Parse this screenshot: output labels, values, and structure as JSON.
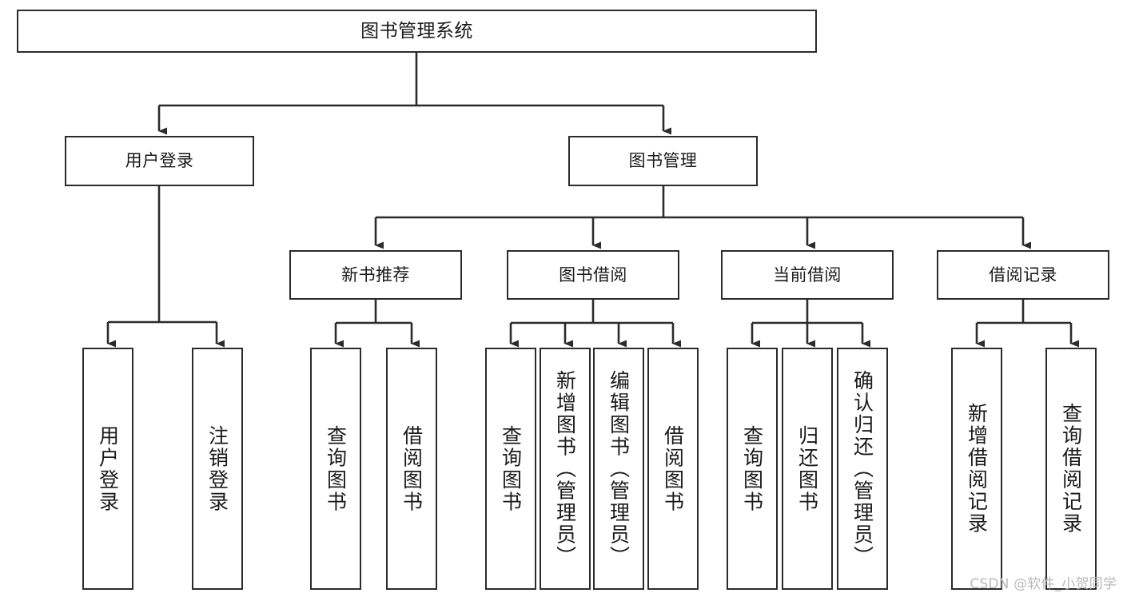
{
  "diagram": {
    "title": "图书管理系统",
    "type": "tree-hierarchy-diagram",
    "watermark": "CSDN @软件_小贺同学",
    "colors": {
      "node_border": "#2b2b2b",
      "node_fill": "#ffffff",
      "connector": "#2b2b2b",
      "background": "#ffffff",
      "watermark": "#b9b9b9"
    },
    "root": {
      "label": "图书管理系统"
    },
    "level1": [
      {
        "label": "用户登录"
      },
      {
        "label": "图书管理"
      }
    ],
    "level2": [
      {
        "label": "新书推荐"
      },
      {
        "label": "图书借阅"
      },
      {
        "label": "当前借阅"
      },
      {
        "label": "借阅记录"
      }
    ],
    "leaves": {
      "user_login": [
        {
          "label": "用户登录"
        },
        {
          "label": "注销登录"
        }
      ],
      "new_book_recommend": [
        {
          "label": "查询图书"
        },
        {
          "label": "借阅图书"
        }
      ],
      "book_borrow": [
        {
          "label": "查询图书"
        },
        {
          "label": "新增图书（管理员）"
        },
        {
          "label": "编辑图书（管理员）"
        },
        {
          "label": "借阅图书"
        }
      ],
      "current_borrow": [
        {
          "label": "查询图书"
        },
        {
          "label": "归还图书"
        },
        {
          "label": "确认归还（管理员）"
        }
      ],
      "borrow_record": [
        {
          "label": "新增借阅记录"
        },
        {
          "label": "查询借阅记录"
        }
      ]
    }
  }
}
